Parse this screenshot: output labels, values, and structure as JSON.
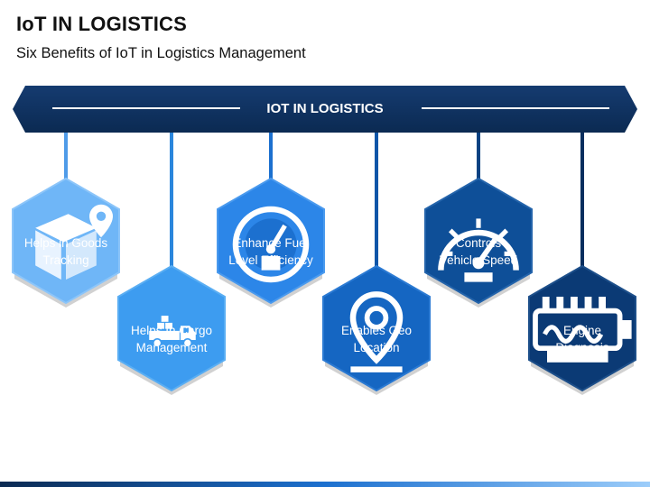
{
  "header": {
    "title": "IoT IN LOGISTICS",
    "subtitle": "Six Benefits of IoT in Logistics Management"
  },
  "banner": {
    "label": "IOT IN LOGISTICS",
    "color": "#0d2f5c"
  },
  "benefits": [
    {
      "line1": "Helps in Goods",
      "line2": "Tracking",
      "icon": "box-location-icon",
      "color": "#6fb6f7",
      "dark": "#4f9be8"
    },
    {
      "line1": "Helps In Cargo",
      "line2": "Management",
      "icon": "cargo-truck-icon",
      "color": "#3d9cf0",
      "dark": "#2a86dc"
    },
    {
      "line1": "Enhance Fuel",
      "line2": "Level Efficiency",
      "icon": "fuel-gauge-icon",
      "color": "#2c86e8",
      "dark": "#1c70cf"
    },
    {
      "line1": "Enables Geo",
      "line2": "Location",
      "icon": "location-pin-icon",
      "color": "#1566c2",
      "dark": "#0e56a8"
    },
    {
      "line1": "Controls",
      "line2": "Vehicle Speed",
      "icon": "speedometer-icon",
      "color": "#0e4f98",
      "dark": "#0a4282"
    },
    {
      "line1": "Engine",
      "line2": "Diagnosis",
      "icon": "engine-icon",
      "color": "#0b3a75",
      "dark": "#082e5e"
    }
  ]
}
